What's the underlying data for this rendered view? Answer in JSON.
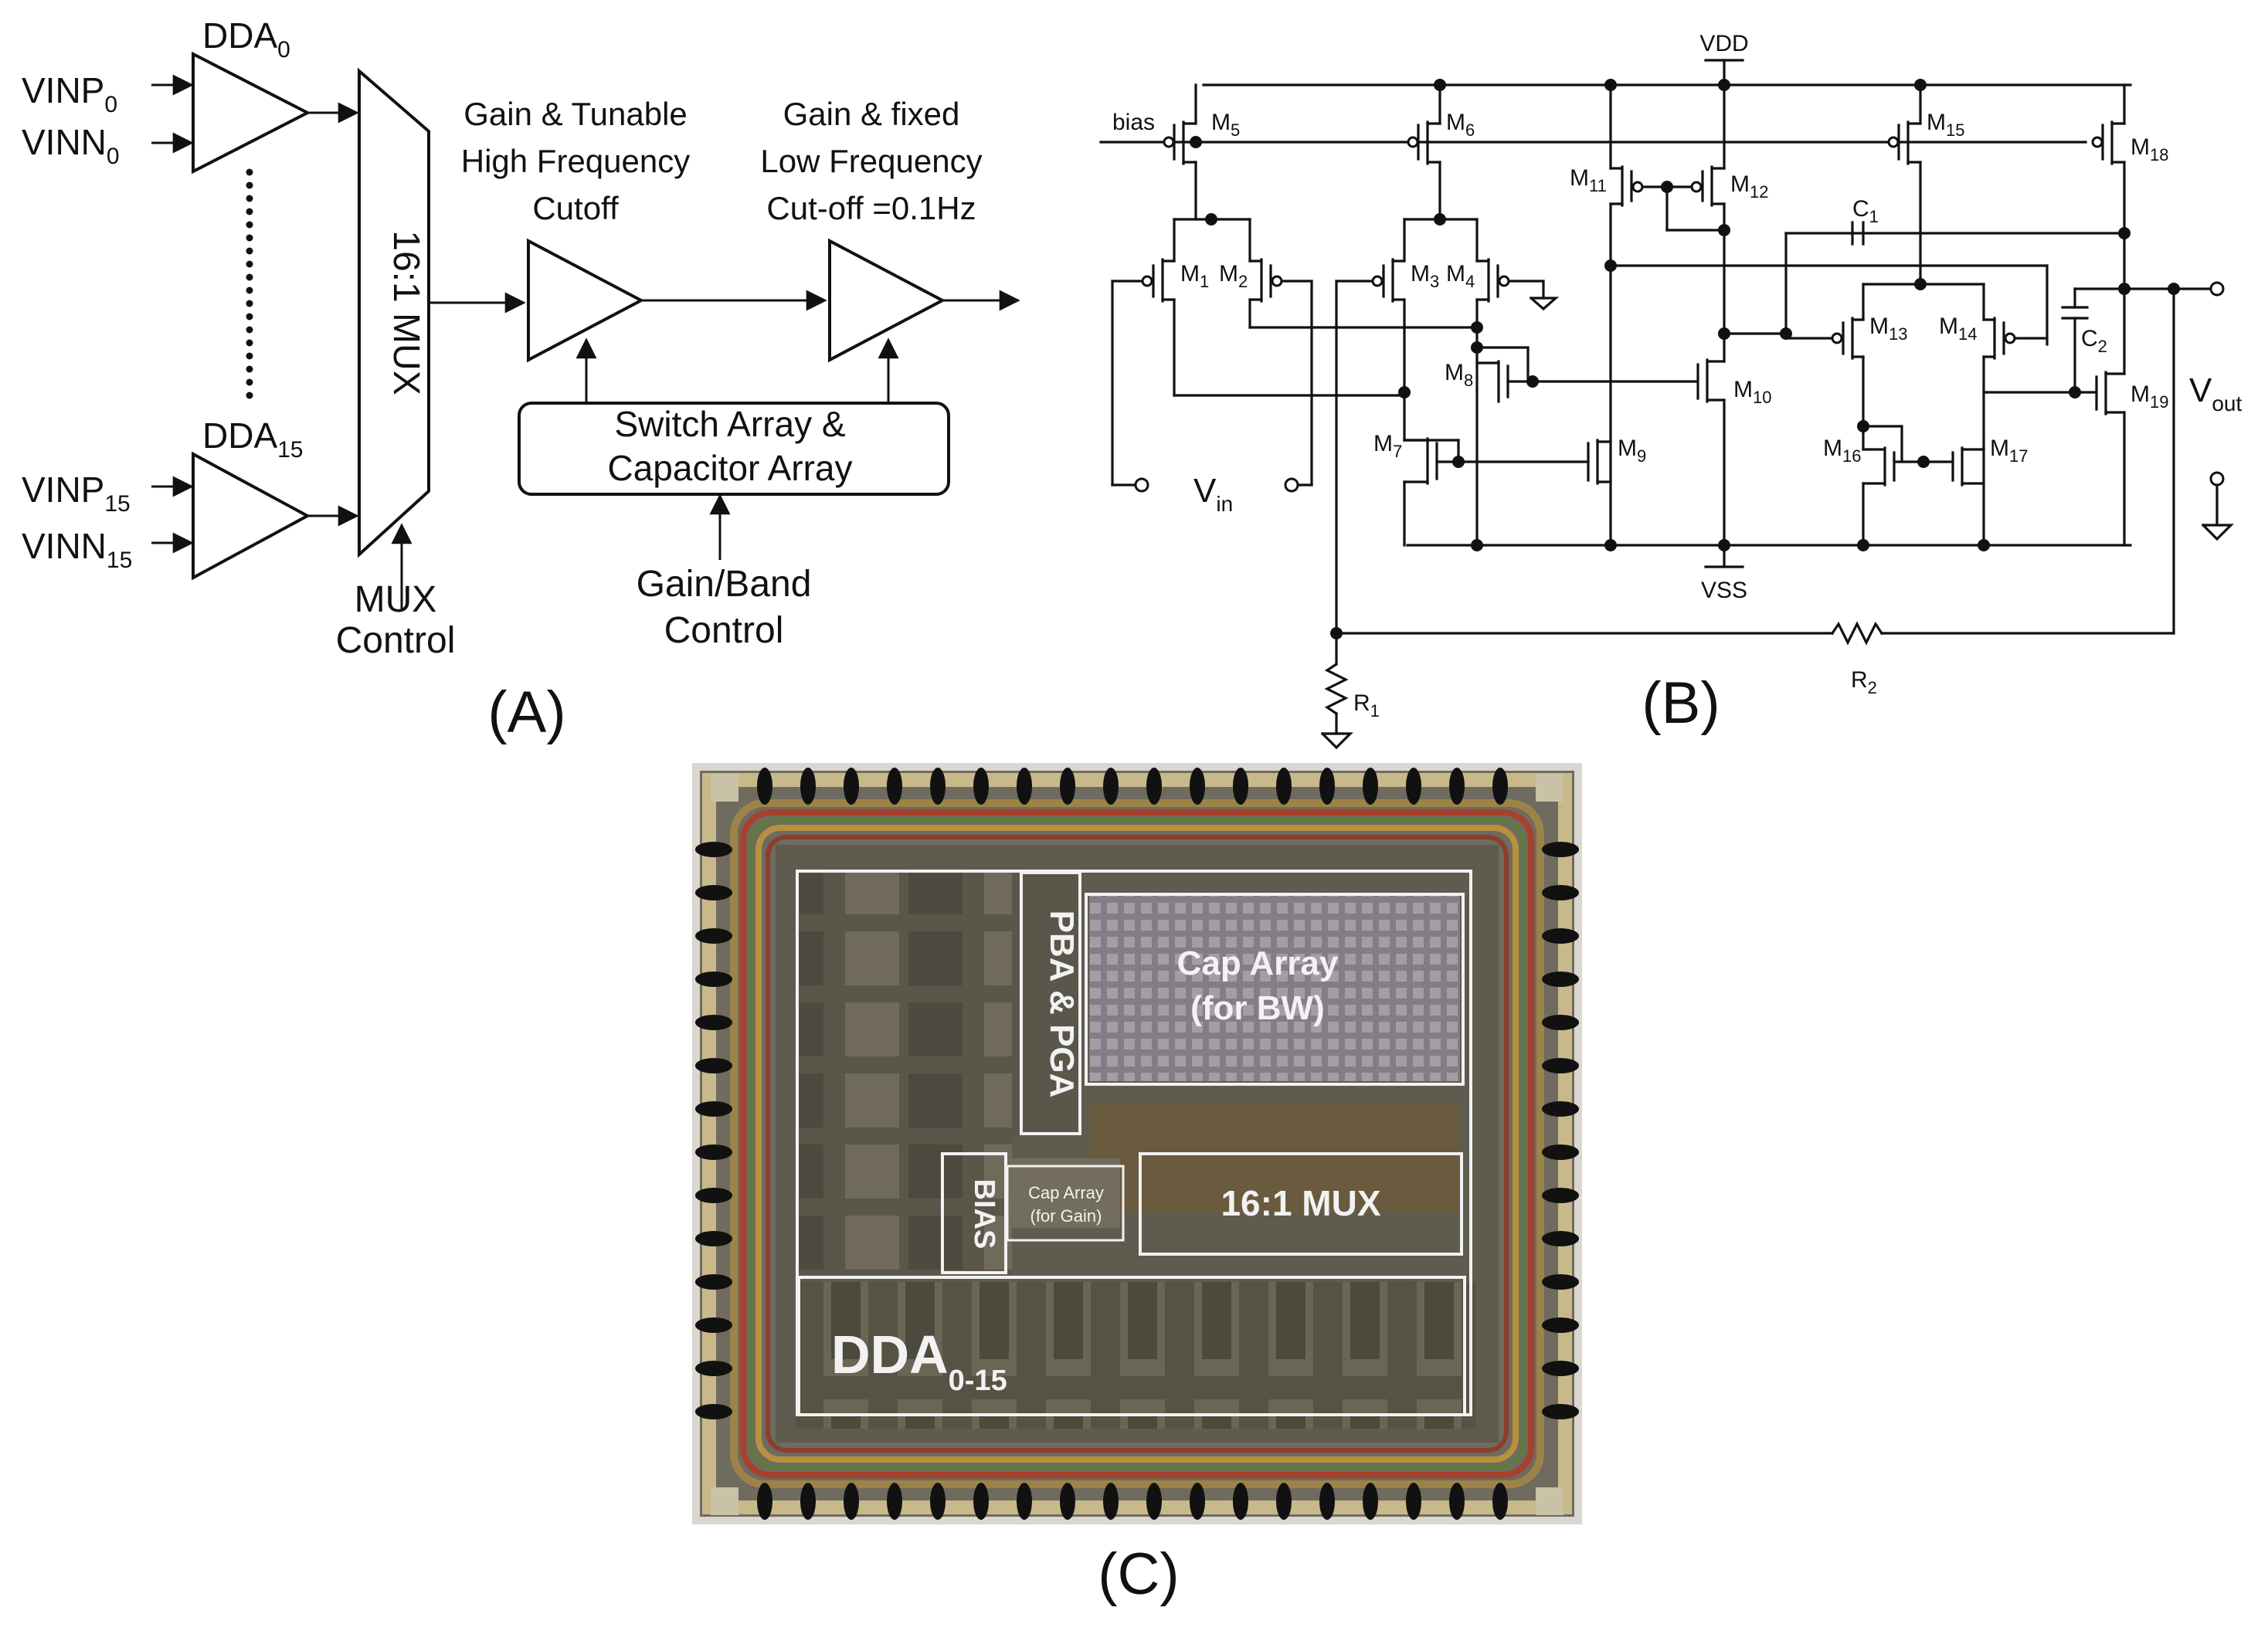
{
  "panel_a": {
    "panel_label": "(A)",
    "dda_top": {
      "name": "DDA",
      "sub": "0"
    },
    "dda_bottom": {
      "name": "DDA",
      "sub": "15"
    },
    "input_top_p": {
      "name": "VINP",
      "sub": "0"
    },
    "input_top_n": {
      "name": "VINN",
      "sub": "0"
    },
    "input_bot_p": {
      "name": "VINP",
      "sub": "15"
    },
    "input_bot_n": {
      "name": "VINN",
      "sub": "15"
    },
    "mux_label": "16:1 MUX",
    "mux_control": [
      "MUX",
      "Control"
    ],
    "stage1_caption": [
      "Gain & Tunable",
      "High Frequency",
      "Cutoff"
    ],
    "stage2_caption": [
      "Gain & fixed",
      "Low Frequency",
      "Cut-off =0.1Hz"
    ],
    "switch_box": [
      "Switch Array &",
      "Capacitor Array"
    ],
    "gain_band_control": [
      "Gain/Band",
      "Control"
    ]
  },
  "panel_b": {
    "panel_label": "(B)",
    "vdd": "VDD",
    "vss": "VSS",
    "bias": "bias",
    "vin": {
      "name": "V",
      "sub": "in"
    },
    "vout": {
      "name": "V",
      "sub": "out"
    },
    "transistors": [
      {
        "name": "M",
        "sub": "5"
      },
      {
        "name": "M",
        "sub": "6"
      },
      {
        "name": "M",
        "sub": "15"
      },
      {
        "name": "M",
        "sub": "18"
      },
      {
        "name": "M",
        "sub": "11"
      },
      {
        "name": "M",
        "sub": "12"
      },
      {
        "name": "M",
        "sub": "1"
      },
      {
        "name": "M",
        "sub": "2"
      },
      {
        "name": "M",
        "sub": "3"
      },
      {
        "name": "M",
        "sub": "4"
      },
      {
        "name": "M",
        "sub": "8"
      },
      {
        "name": "M",
        "sub": "10"
      },
      {
        "name": "M",
        "sub": "7"
      },
      {
        "name": "M",
        "sub": "9"
      },
      {
        "name": "M",
        "sub": "13"
      },
      {
        "name": "M",
        "sub": "14"
      },
      {
        "name": "M",
        "sub": "16"
      },
      {
        "name": "M",
        "sub": "17"
      },
      {
        "name": "M",
        "sub": "19"
      }
    ],
    "capacitors": [
      {
        "name": "C",
        "sub": "1"
      },
      {
        "name": "C",
        "sub": "2"
      }
    ],
    "resistors": [
      {
        "name": "R",
        "sub": "1"
      },
      {
        "name": "R",
        "sub": "2"
      }
    ]
  },
  "panel_c": {
    "panel_label": "(C)",
    "blocks": {
      "pba_pga": "PBA & PGA",
      "cap_array_bw": [
        "Cap Array",
        "(for BW)"
      ],
      "bias": "BIAS",
      "cap_array_gain": [
        "Cap Array",
        "(for Gain)"
      ],
      "mux": "16:1 MUX",
      "dda": {
        "name": "DDA",
        "sub": "0-15"
      }
    }
  },
  "colors": {
    "ink": "#111111",
    "die_dark": "#3f3c34",
    "die_mid": "#6b675c",
    "ring_gold": "#b6923f",
    "ring_red": "#a8402e",
    "ring_green": "#5f7a3e",
    "box_white": "#f2f2f2"
  }
}
